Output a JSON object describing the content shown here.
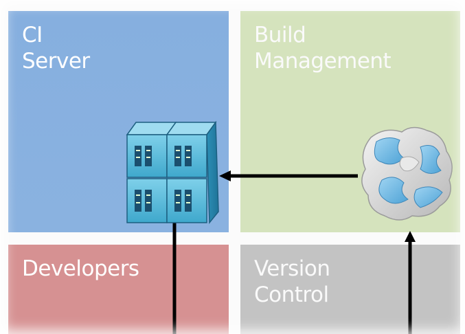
{
  "panels": {
    "ci_server": {
      "line1": "CI",
      "line2": "Server"
    },
    "build_management": {
      "line1": "Build",
      "line2": "Management"
    },
    "developers": {
      "line1": "Developers"
    },
    "version_control": {
      "line1": "Version",
      "line2": "Control"
    }
  },
  "colors": {
    "ci_server": "#8ab2e0",
    "build_management": "#d5e3bd",
    "developers": "#d69192",
    "version_control": "#c3c3c3",
    "arrow": "#000000",
    "server_body": "#4fb6d6"
  },
  "icons": {
    "server_cluster": "server-cluster-icon",
    "build_puzzle": "puzzle-build-icon"
  },
  "connections": [
    {
      "from": "build_management",
      "to": "ci_server",
      "arrow": "head-left"
    },
    {
      "from": "ci_server",
      "to": "developers",
      "arrow": "line-down"
    },
    {
      "from": "version_control",
      "to": "build_management",
      "arrow": "head-up"
    }
  ]
}
